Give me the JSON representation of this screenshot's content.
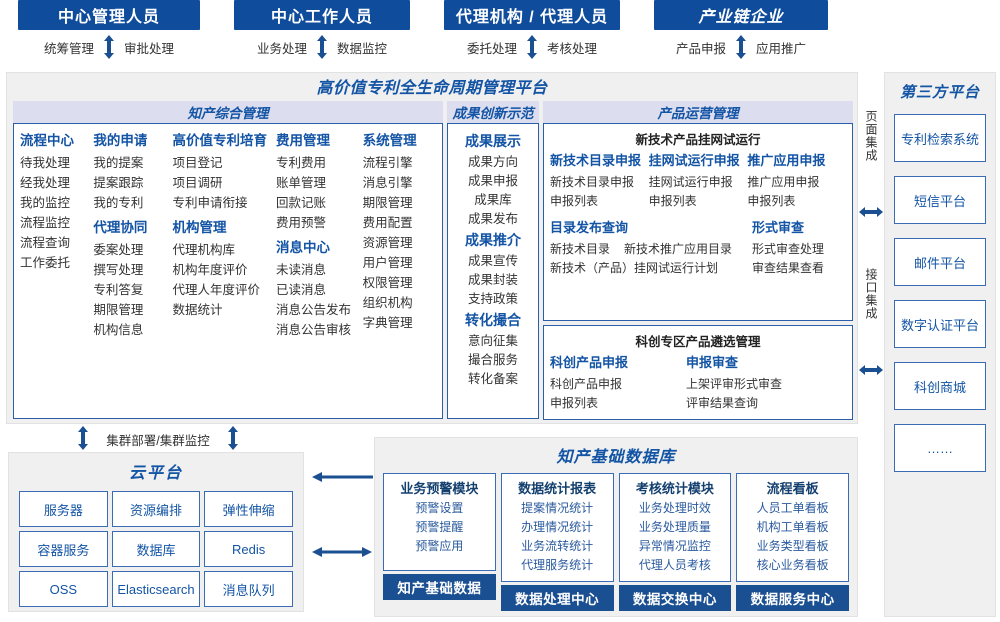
{
  "roles": [
    {
      "title": "中心管理人员",
      "flows": [
        "统筹管理",
        "审批处理"
      ]
    },
    {
      "title": "中心工作人员",
      "flows": [
        "业务处理",
        "数据监控"
      ]
    },
    {
      "title": "代理机构 / 代理人员",
      "flows": [
        "委托处理",
        "考核处理"
      ]
    },
    {
      "title": "产业链企业",
      "flows": [
        "产品申报",
        "应用推广"
      ]
    }
  ],
  "platform": {
    "title": "高价值专利全生命周期管理平台",
    "bands": [
      "知产综合管理",
      "成果创新示范",
      "产品运营管理"
    ],
    "ip_management": {
      "columns": [
        {
          "groups": [
            {
              "head": "流程中心",
              "items": [
                "待我处理",
                "经我处理",
                "我的监控",
                "流程监控",
                "流程查询",
                "工作委托"
              ]
            }
          ]
        },
        {
          "groups": [
            {
              "head": "我的申请",
              "items": [
                "我的提案",
                "提案跟踪",
                "我的专利"
              ]
            },
            {
              "head": "代理协同",
              "items": [
                "委案处理",
                "撰写处理",
                "专利答复",
                "期限管理",
                "机构信息"
              ]
            }
          ]
        },
        {
          "groups": [
            {
              "head": "高价值专利培育",
              "items": [
                "项目登记",
                "项目调研",
                "专利申请衔接"
              ]
            },
            {
              "head": "机构管理",
              "items": [
                "代理机构库",
                "机构年度评价",
                "代理人年度评价",
                "数据统计"
              ]
            }
          ]
        },
        {
          "groups": [
            {
              "head": "费用管理",
              "items": [
                "专利费用",
                "账单管理",
                "回款记账",
                "费用预警"
              ]
            },
            {
              "head": "消息中心",
              "items": [
                "未读消息",
                "已读消息",
                "消息公告发布",
                "消息公告审核"
              ]
            }
          ]
        },
        {
          "groups": [
            {
              "head": "系统管理",
              "items": [
                "流程引擎",
                "消息引擎",
                "期限管理",
                "费用配置",
                "资源管理",
                "用户管理",
                "权限管理",
                "组织机构",
                "字典管理"
              ]
            }
          ]
        }
      ]
    },
    "achievement": {
      "groups": [
        {
          "head": "成果展示",
          "items": [
            "成果方向",
            "成果申报",
            "成果库",
            "成果发布"
          ]
        },
        {
          "head": "成果推介",
          "items": [
            "成果宣传",
            "成果封装",
            "支持政策"
          ]
        },
        {
          "head": "转化撮合",
          "items": [
            "意向征集",
            "撮合服务",
            "转化备案"
          ]
        }
      ]
    },
    "product_ops": {
      "box1": {
        "title": "新技术产品挂网试运行",
        "columns": [
          {
            "head": "新技术目录申报",
            "items": [
              "新技术目录申报",
              "申报列表"
            ]
          },
          {
            "head": "挂网试运行申报",
            "items": [
              "挂网试运行申报",
              "申报列表"
            ]
          },
          {
            "head": "推广应用申报",
            "items": [
              "推广应用申报",
              "申报列表"
            ]
          }
        ],
        "row2": [
          {
            "head": "目录发布查询",
            "items_inline": [
              "新技术目录",
              "新技术推广应用目录"
            ],
            "items": [
              "新技术（产品）挂网试运行计划"
            ]
          },
          {
            "head": "形式审查",
            "items": [
              "形式审查处理",
              "审查结果查看"
            ]
          }
        ]
      },
      "box2": {
        "title": "科创专区产品遴选管理",
        "columns": [
          {
            "head": "科创产品申报",
            "items": [
              "科创产品申报",
              "申报列表"
            ]
          },
          {
            "head": "申报审查",
            "items": [
              "上架评审形式审查",
              "评审结果查询"
            ]
          }
        ]
      }
    }
  },
  "integration": {
    "page_label": "页面集成",
    "api_label": "接口集成"
  },
  "third_party": {
    "title": "第三方平台",
    "items": [
      "专利检索系统",
      "短信平台",
      "邮件平台",
      "数字认证平台",
      "科创商城",
      "……"
    ]
  },
  "cluster_label": "集群部署/集群监控",
  "cloud": {
    "title": "云平台",
    "items": [
      "服务器",
      "资源编排",
      "弹性伸缩",
      "容器服务",
      "数据库",
      "Redis",
      "OSS",
      "Elasticsearch",
      "消息队列"
    ]
  },
  "database": {
    "title": "知产基础数据库",
    "columns": [
      {
        "head": "业务预警模块",
        "items": [
          "预警设置",
          "预警提醒",
          "预警应用"
        ],
        "footer": "知产基础数据"
      },
      {
        "head": "数据统计报表",
        "items": [
          "提案情况统计",
          "办理情况统计",
          "业务流转统计",
          "代理服务统计"
        ],
        "footer": "数据处理中心"
      },
      {
        "head": "考核统计模块",
        "items": [
          "业务处理时效",
          "业务处理质量",
          "异常情况监控",
          "代理人员考核"
        ],
        "footer": "数据交换中心"
      },
      {
        "head": "流程看板",
        "items": [
          "人员工单看板",
          "机构工单看板",
          "业务类型看板",
          "核心业务看板"
        ],
        "footer": "数据服务中心"
      }
    ]
  },
  "colors": {
    "header_blue": "#0f4c9c",
    "accent_blue": "#1354a5",
    "band_lavender": "#dcdeef",
    "panel_gray": "#f0f0f0",
    "border_blue": "#2a5fa8"
  }
}
